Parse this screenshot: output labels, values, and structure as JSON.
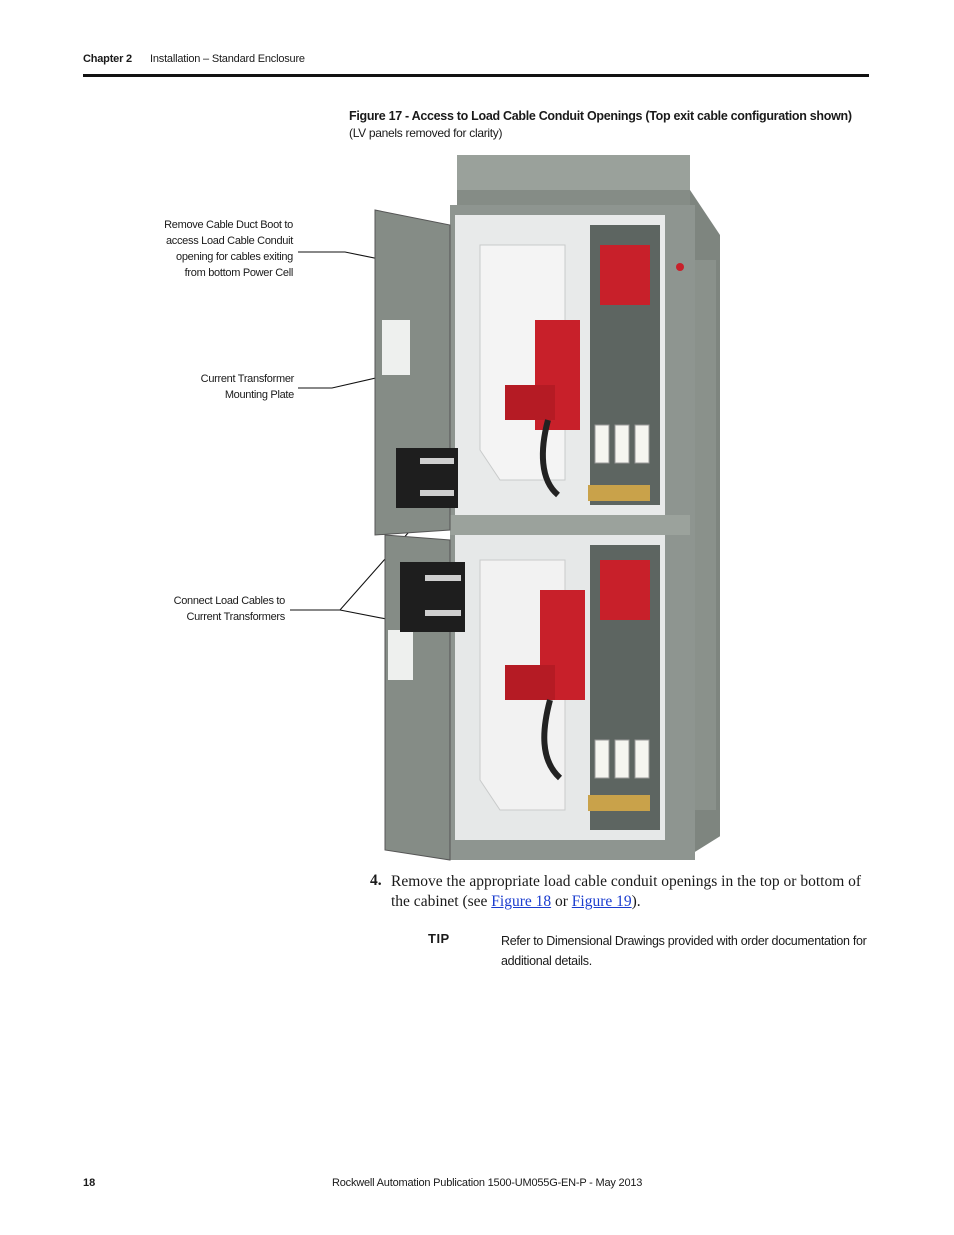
{
  "header": {
    "chapter": "Chapter 2",
    "section": "Installation – Standard Enclosure"
  },
  "figure": {
    "title": "Figure 17 - Access to Load Cable Conduit Openings (Top exit cable configuration shown)",
    "subtitle": "(LV panels removed for clarity)",
    "callouts": [
      "Remove Cable Duct Boot to\naccess Load Cable Conduit\nopening for cables exiting\nfrom bottom Power Cell",
      "Current Transformer\nMounting Plate",
      "Connect Load Cables to\nCurrent Transformers"
    ]
  },
  "step": {
    "number": "4.",
    "text_before": "Remove the appropriate load cable conduit openings in the top or bottom of the cabinet (see ",
    "link1": "Figure 18",
    "text_middle": " or ",
    "link2": "Figure 19",
    "text_after": ")."
  },
  "tip": {
    "label": "TIP",
    "text": "Refer to Dimensional Drawings provided with order documentation for additional details."
  },
  "footer": {
    "page_number": "18",
    "publication": "Rockwell Automation Publication 1500-UM055G-EN-P - May 2013"
  },
  "colors": {
    "enclosure_gray": "#8e9590",
    "red_component": "#c8202a",
    "link_blue": "#1a3ccf"
  }
}
